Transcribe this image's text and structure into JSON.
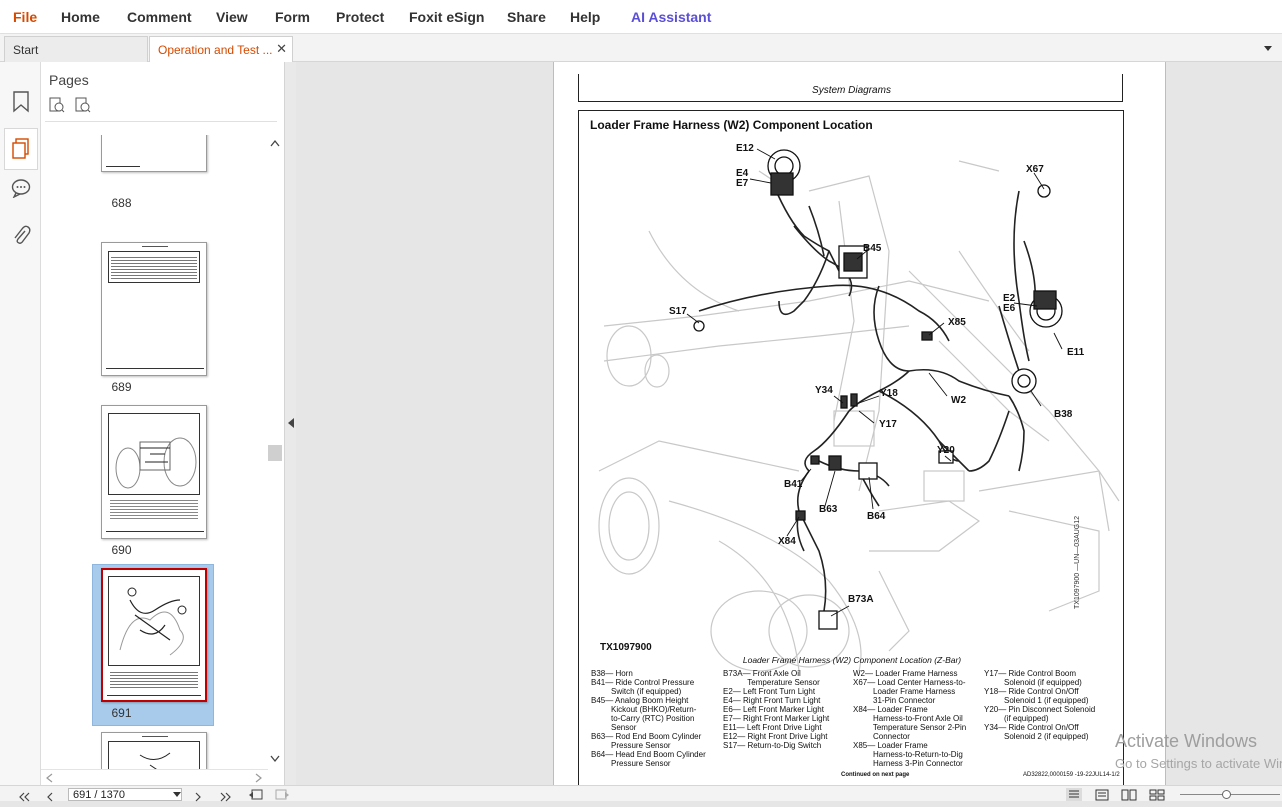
{
  "menu": {
    "file": "File",
    "home": "Home",
    "comment": "Comment",
    "view": "View",
    "form": "Form",
    "protect": "Protect",
    "esign": "Foxit eSign",
    "share": "Share",
    "help": "Help",
    "ai": "AI Assistant"
  },
  "tabs": {
    "start": "Start",
    "document": "Operation and Test ..."
  },
  "panel": {
    "title": "Pages",
    "thumbs": [
      {
        "label": "688"
      },
      {
        "label": "689"
      },
      {
        "label": "690"
      },
      {
        "label": "691"
      }
    ]
  },
  "document": {
    "header": "System Diagrams",
    "title": "Loader Frame Harness (W2) Component Location",
    "figure_id": "TX1097900",
    "side_code": "TX1097900 —UN—03AUG12",
    "caption": "Loader Frame Harness (W2) Component Location (Z-Bar)",
    "callouts": {
      "e12": "E12",
      "e4": "E4",
      "e7": "E7",
      "x67": "X67",
      "b45": "B45",
      "s17": "S17",
      "e2": "E2",
      "e6": "E6",
      "x85": "X85",
      "e11": "E11",
      "y34": "Y34",
      "y18": "Y18",
      "w2": "W2",
      "b38": "B38",
      "y17": "Y17",
      "y20": "Y20",
      "b41": "B41",
      "b63": "B63",
      "b64": "B64",
      "x84": "X84",
      "b73a": "B73A"
    },
    "legend": {
      "col1": "B38— Horn\nB41— Ride Control Pressure\n         Switch (if equipped)\nB45— Analog Boom Height\n         Kickout (BHKO)/Return-\n         to-Carry (RTC) Position\n         Sensor\nB63— Rod End Boom Cylinder\n         Pressure Sensor\nB64— Head End Boom Cylinder\n         Pressure Sensor",
      "col2": "B73A— Front Axle Oil\n           Temperature Sensor\nE2— Left Front Turn Light\nE4— Right Front Turn Light\nE6— Left Front Marker Light\nE7— Right Front Marker Light\nE11— Left Front Drive Light\nE12— Right Front Drive Light\nS17— Return-to-Dig Switch",
      "col3": "W2— Loader Frame Harness\nX67— Load Center Harness-to-\n         Loader Frame Harness\n         31-Pin Connector\nX84— Loader Frame\n         Harness-to-Front Axle Oil\n         Temperature Sensor 2-Pin\n         Connector\nX85— Loader Frame\n         Harness-to-Return-to-Dig\n         Harness 3-Pin Connector",
      "col4": "Y17— Ride Control Boom\n         Solenoid (if equipped)\nY18— Ride Control On/Off\n         Solenoid 1 (if equipped)\nY20— Pin Disconnect Solenoid\n         (if equipped)\nY34— Ride Control On/Off\n         Solenoid 2 (if equipped)"
    },
    "continued": "Continued on next page",
    "footer_code": "AD32822,0000159 -19-22JUL14-1/2"
  },
  "watermark": {
    "line1": "Activate Windows",
    "line2": "Go to Settings to activate Windows."
  },
  "status": {
    "page_field": "691 / 1370"
  },
  "colors": {
    "menu_file": "#d64a00",
    "ai_assistant": "#5b4fd6",
    "active_tab_text": "#d64a00",
    "thumb_selected_bg": "#a8cbec",
    "thumb_selected_border": "#c00000"
  }
}
